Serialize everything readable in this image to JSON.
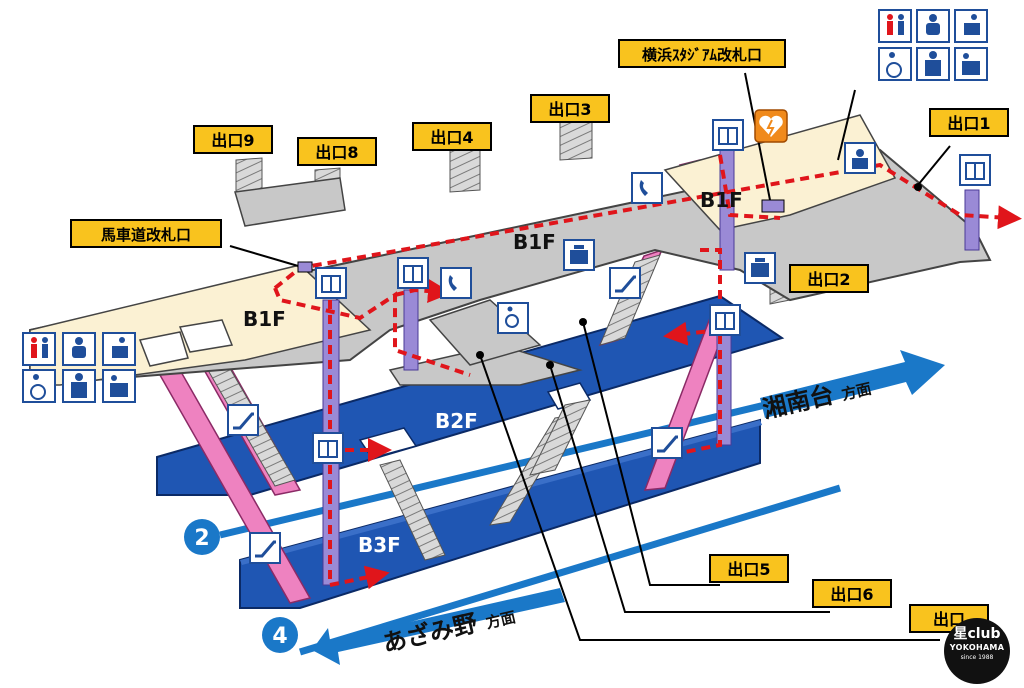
{
  "exits": {
    "exit1": "出口1",
    "exit2": "出口2",
    "exit3": "出口3",
    "exit4": "出口4",
    "exit5": "出口5",
    "exit6": "出口6",
    "exit7": "出口",
    "exit8": "出口8",
    "exit9": "出口9"
  },
  "gates": {
    "stadium_gate": "横浜ｽﾀｼﾞｱﾑ改札口",
    "bashamichi_gate": "馬車道改札口"
  },
  "floors": {
    "b1f_left": "B1F",
    "b1f_center": "B1F",
    "b1f_right": "B1F",
    "b2f": "B2F",
    "b3f": "B3F"
  },
  "directions": {
    "line2_number": "2",
    "line2_destination": "湘南台",
    "line4_number": "4",
    "line4_destination": "あざみ野",
    "suffix": "方面"
  },
  "watermark": {
    "title": "星club",
    "subtitle": "YOKOHAMA",
    "since": "since 1988"
  },
  "colors": {
    "platform_blue": "#1f56b3",
    "concourse_gray": "#c8c8c8",
    "paid_area": "#fbf1d3",
    "exit_tag": "#f9c31e",
    "route_red": "#e0151b",
    "escalator_pink": "#ee82c0",
    "elevator_purple": "#9a8ad6",
    "track_blue": "#1a78c8"
  },
  "icons": [
    "toilet-icon",
    "baby-care-icon",
    "diaper-change-icon",
    "wheelchair-icon",
    "ostomate-icon",
    "family-room-icon",
    "elevator-icon",
    "escalator-icon",
    "phone-icon",
    "ticket-machine-icon",
    "staff-icon",
    "aed-icon",
    "accessible-icon"
  ]
}
